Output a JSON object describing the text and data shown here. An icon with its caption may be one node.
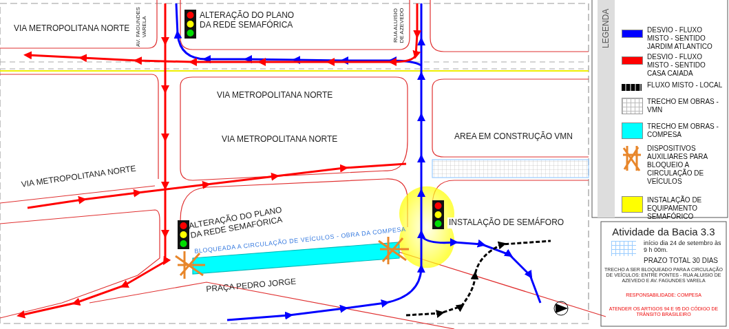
{
  "diagram": {
    "title": "Atividade da Bacia 3.3",
    "labels": [
      "VIA METROPOLITANA NORTE",
      "AV. FAGUNDES VARELA",
      "ALTERAÇÃO DO PLANO DA REDE SEMAFÓRICA",
      "RUA ALUISIO DE AZEVEDO",
      "VIA METROPOLITANA NORTE",
      "VIA METROPOLITANA NORTE",
      "AREA EM CONSTRUÇÃO VMN",
      "VIA METROPOLITANA NORTE",
      "ALTERAÇÃO DO PLANO DA REDE SEMAFÓRICA",
      "INSTALAÇÃO DE SEMÁFORO",
      "BLOQUEADA A CIRCULAÇÃO DE VEÍCULOS - OBRA DA COMPESA",
      "PRAÇA PEDRO JORGE",
      "LEGENDA",
      "início dia 24 de setembro às 9 h 00m.",
      "PRAZO TOTAL 30 DIAS",
      "TRECHO A SER BLOQUEADO PARA A CIRCULAÇÃO DE VEÍCULOS: ENTRE PONTES - RUA ALUISIO DE AZEVEDO E AV. FAGUNDES VARELA",
      "RESPONSABILIDADE: COMPESA",
      "ATENDER OS ARTIGOS 94 E 95 DO CÓDIGO DE TRÂNSITO BRASILEIRO"
    ],
    "legend": [
      {
        "text": "DESVIO - FLUXO MISTO - SENTIDO JARDIM ATLANTICO",
        "color": "#0000ff"
      },
      {
        "text": "DESVIO - FLUXO MISTO - SENTIDO CASA CAIADA",
        "color": "#ff0000"
      },
      {
        "text": "FLUXO MISTO - LOCAL"
      },
      {
        "text": "TRECHO EM OBRAS - VMN"
      },
      {
        "text": "TRECHO EM OBRAS - COMPESA",
        "color": "#00ffff"
      },
      {
        "text": "DISPOSITIVOS AUXILIARES PARA BLOQUEIO A CIRCULAÇÃO DE VEÍCULOS"
      },
      {
        "text": "INSTALAÇÃO DE EQUIPAMENTO SEMAFÓRICO",
        "color": "#ffff00"
      }
    ]
  }
}
